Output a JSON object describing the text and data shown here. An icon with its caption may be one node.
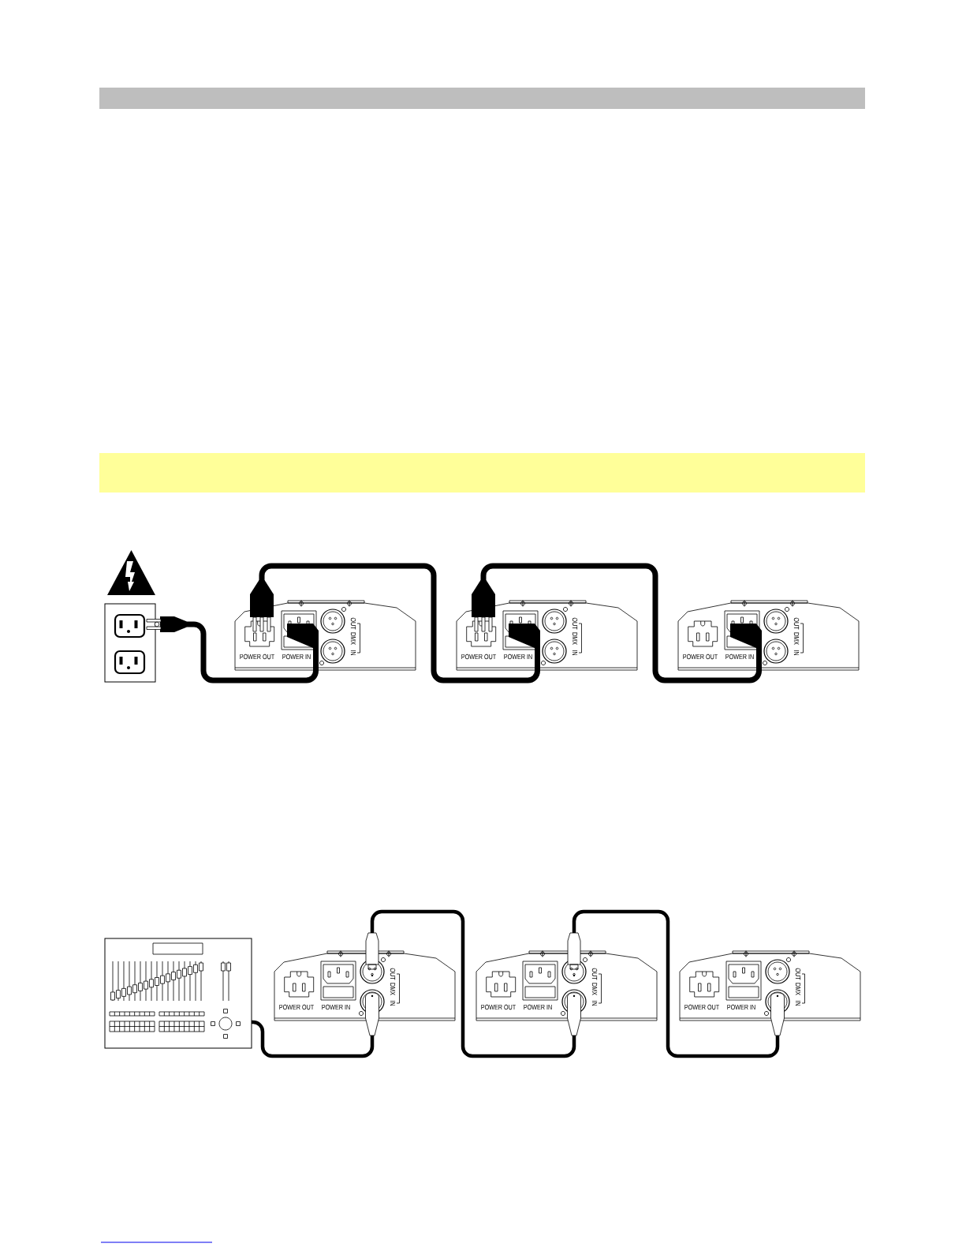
{
  "diagram": {
    "nodes": [
      {
        "text": [],
        "shape": "bar"
      },
      {
        "text": [],
        "shape": "bar"
      },
      {
        "text": [],
        "shape": "picture"
      },
      {
        "text": [
          "POWER OUT",
          "POWER IN",
          "OUT",
          "DMX",
          "IN"
        ]
      },
      {
        "text": [
          "POWER OUT",
          "POWER IN",
          "OUT",
          "DMX",
          "IN"
        ]
      },
      {
        "text": [
          "POWER OUT",
          "POWER IN",
          "OUT",
          "DMX",
          "IN"
        ]
      },
      {
        "text": [],
        "shape": "picture"
      },
      {
        "text": [
          "POWER OUT",
          "POWER IN",
          "OUT",
          "DMX",
          "IN"
        ]
      },
      {
        "text": [
          "POWER OUT",
          "POWER IN",
          "OUT",
          "DMX",
          "IN"
        ]
      },
      {
        "text": [
          "POWER OUT",
          "POWER IN",
          "OUT",
          "DMX",
          "IN"
        ]
      }
    ],
    "edges": [
      {
        "from": 2,
        "to": 3,
        "arrow": "none"
      },
      {
        "from": 3,
        "to": 4,
        "arrow": "none"
      },
      {
        "from": 4,
        "to": 5,
        "arrow": "none"
      },
      {
        "from": 6,
        "to": 7,
        "arrow": "none"
      },
      {
        "from": 7,
        "to": 8,
        "arrow": "none"
      },
      {
        "from": 8,
        "to": 9,
        "arrow": "none"
      }
    ]
  }
}
